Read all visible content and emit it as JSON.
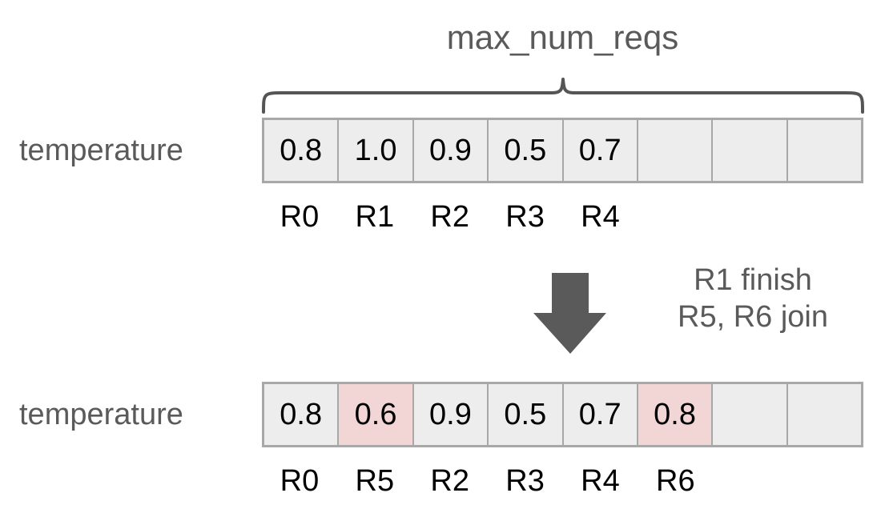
{
  "diagram": {
    "brace_label": "max_num_reqs",
    "colors": {
      "cell_fill": "#ededed",
      "cell_border": "#a8a8a8",
      "highlight_fill": "#f2d5d5",
      "label_text": "#5a5a5a",
      "value_text": "#000000",
      "arrow": "#5a5a5a",
      "background": "#ffffff"
    },
    "before": {
      "row_label": "temperature",
      "slot_count": 8,
      "values": [
        "0.8",
        "1.0",
        "0.9",
        "0.5",
        "0.7",
        "",
        "",
        ""
      ],
      "request_ids": [
        "R0",
        "R1",
        "R2",
        "R3",
        "R4",
        "",
        "",
        ""
      ],
      "highlighted": [
        false,
        false,
        false,
        false,
        false,
        false,
        false,
        false
      ]
    },
    "transition": {
      "arrow_icon": "down-arrow-icon",
      "note_line1": "R1 finish",
      "note_line2": "R5, R6 join"
    },
    "after": {
      "row_label": "temperature",
      "slot_count": 8,
      "values": [
        "0.8",
        "0.6",
        "0.9",
        "0.5",
        "0.7",
        "0.8",
        "",
        ""
      ],
      "request_ids": [
        "R0",
        "R5",
        "R2",
        "R3",
        "R4",
        "R6",
        "",
        ""
      ],
      "highlighted": [
        false,
        true,
        false,
        false,
        false,
        true,
        false,
        false
      ]
    }
  }
}
